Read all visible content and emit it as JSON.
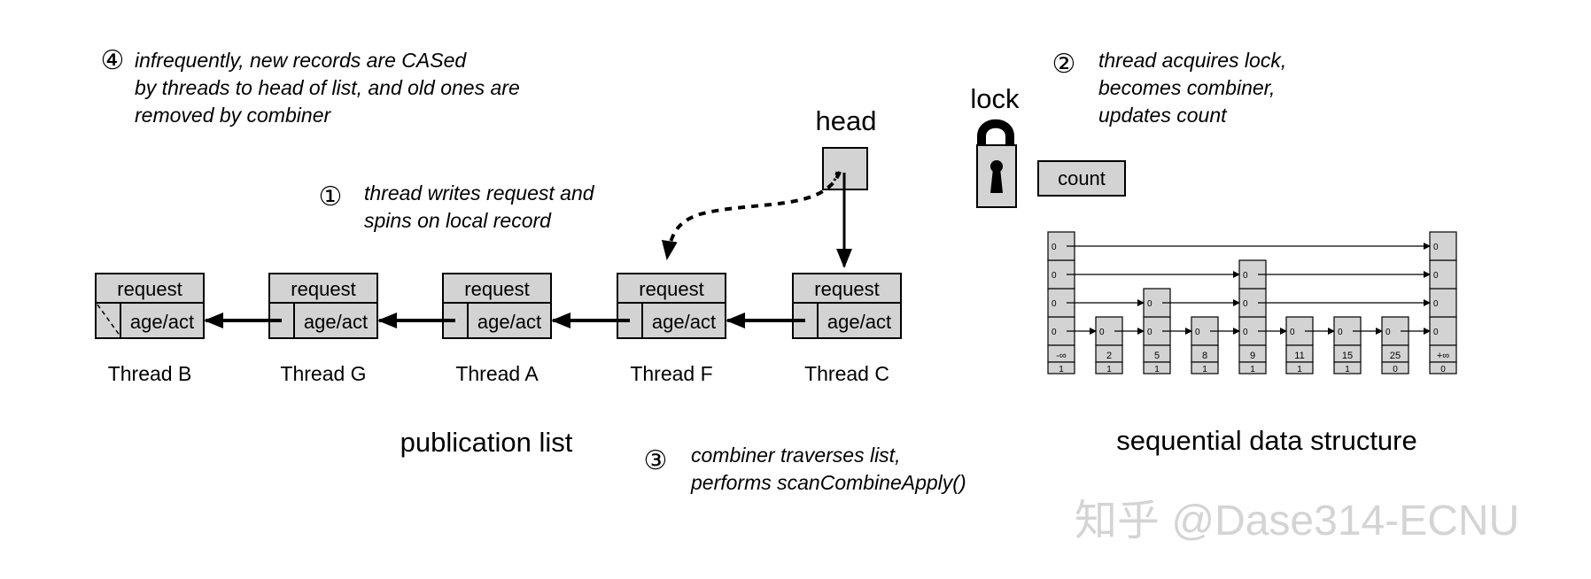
{
  "steps": [
    {
      "marker": "④",
      "lines": [
        "infrequently, new records are CASed",
        "by threads to head of list, and old ones are",
        "removed by combiner"
      ]
    },
    {
      "marker": "①",
      "lines": [
        "thread writes request and",
        "spins on local record"
      ]
    },
    {
      "marker": "②",
      "lines": [
        "thread acquires lock,",
        "becomes combiner,",
        "updates count"
      ]
    },
    {
      "marker": "③",
      "lines": [
        "combiner traverses list,",
        "performs scanCombineApply()"
      ]
    }
  ],
  "head_label": "head",
  "lock_label": "lock",
  "count_label": "count",
  "record": {
    "request_label": "request",
    "age_label": "age/act"
  },
  "threads": [
    "Thread B",
    "Thread G",
    "Thread A",
    "Thread F",
    "Thread C"
  ],
  "publication_label": "publication list",
  "sequential_label": "sequential data structure",
  "skiplist": {
    "level_marker": "0",
    "nodes": [
      {
        "key": "-∞",
        "count": "1",
        "height": 4
      },
      {
        "key": "2",
        "count": "1",
        "height": 1
      },
      {
        "key": "5",
        "count": "1",
        "height": 2
      },
      {
        "key": "8",
        "count": "1",
        "height": 1
      },
      {
        "key": "9",
        "count": "1",
        "height": 3
      },
      {
        "key": "11",
        "count": "1",
        "height": 1
      },
      {
        "key": "15",
        "count": "1",
        "height": 1
      },
      {
        "key": "25",
        "count": "0",
        "height": 1
      },
      {
        "key": "+∞",
        "count": "0",
        "height": 4
      }
    ]
  },
  "watermark": "知乎 @Dase314-ECNU"
}
